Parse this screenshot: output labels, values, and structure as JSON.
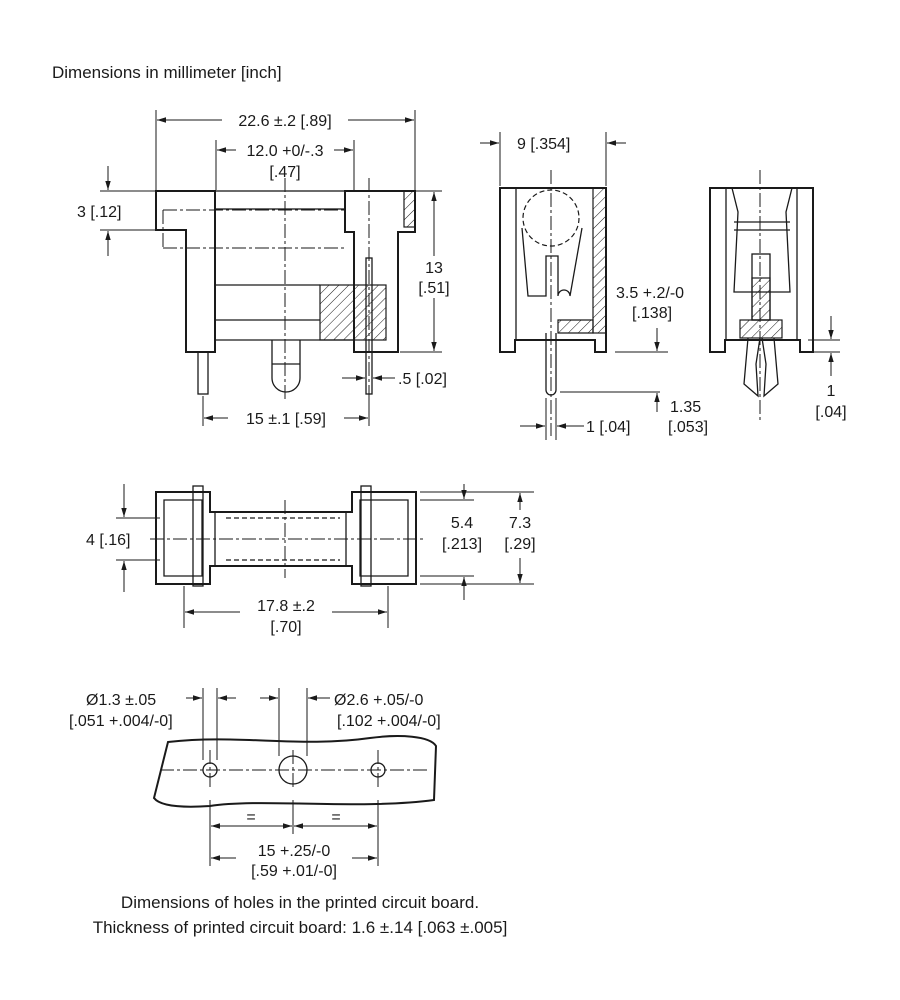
{
  "header": {
    "title": "Dimensions in millimeter [inch]"
  },
  "front_view": {
    "overall_width": "22.6 ±.2 [.89]",
    "inner_width_mm": "12.0 +0/-.3",
    "inner_width_in": "[.47]",
    "cap_height": "3 [.12]",
    "height_mm": "13",
    "height_in": "[.51]",
    "pin_thickness": ".5 [.02]",
    "pin_spacing": "15 ±.1 [.59]"
  },
  "side_view": {
    "width": "9 [.354]",
    "standoff_mm": "3.5 +.2/-0",
    "standoff_in": "[.138]",
    "pin_width": "1 [.04]",
    "offset_mm": "1.35",
    "offset_in": "[.053]",
    "latch_mm": "1",
    "latch_in": "[.04]"
  },
  "top_view": {
    "slot_width": "4 [.16]",
    "inner_depth_mm": "5.4",
    "inner_depth_in": "[.213]",
    "outer_depth_mm": "7.3",
    "outer_depth_in": "[.29]",
    "length_mm": "17.8 ±.2",
    "length_in": "[.70]"
  },
  "pcb": {
    "small_hole_mm": "Ø1.3 ±.05",
    "small_hole_in": "[.051 +.004/-0]",
    "large_hole_mm": "Ø2.6 +.05/-0",
    "large_hole_in": "[.102 +.004/-0]",
    "equal_mark": "=",
    "spacing_mm": "15 +.25/-0",
    "spacing_in": "[.59 +.01/-0]",
    "caption_line1": "Dimensions of holes in the printed circuit board.",
    "caption_line2": "Thickness of printed circuit board: 1.6 ±.14 [.063 ±.005]"
  }
}
